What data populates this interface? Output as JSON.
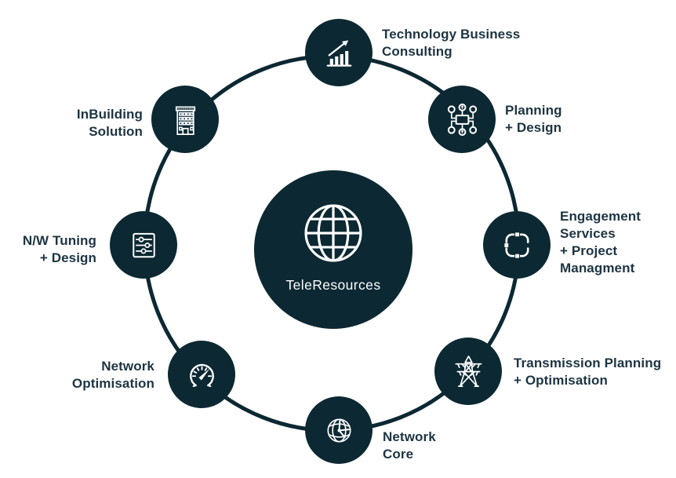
{
  "diagram": {
    "center": {
      "label": "TeleResources",
      "icon": "globe-icon"
    },
    "nodes": [
      {
        "id": "technology-business-consulting",
        "label": "Technology Business\nConsulting",
        "icon": "bar-chart-growth-icon",
        "position": "top"
      },
      {
        "id": "planning-design",
        "label": "Planning\n+ Design",
        "icon": "workflow-nodes-icon",
        "position": "top-right"
      },
      {
        "id": "engagement-services",
        "label": "Engagement\nServices\n+ Project\nManagment",
        "icon": "cycle-nodes-icon",
        "position": "right"
      },
      {
        "id": "transmission-planning-optimisation",
        "label": "Transmission Planning\n+ Optimisation",
        "icon": "transmission-tower-icon",
        "position": "bottom-right"
      },
      {
        "id": "network-core",
        "label": "Network\nCore",
        "icon": "globe-network-icon",
        "position": "bottom"
      },
      {
        "id": "network-optimisation",
        "label": "Network\nOptimisation",
        "icon": "gauge-icon",
        "position": "bottom-left"
      },
      {
        "id": "nw-tuning-design",
        "label": "N/W Tuning\n+ Design",
        "icon": "sliders-icon",
        "position": "left"
      },
      {
        "id": "inbuilding-solution",
        "label": "InBuilding\nSolution",
        "icon": "building-icon",
        "position": "top-left"
      }
    ],
    "colors": {
      "primary": "#0c2833",
      "label_text": "#1d3442",
      "icon_stroke": "#ffffff",
      "background": "#ffffff"
    }
  }
}
